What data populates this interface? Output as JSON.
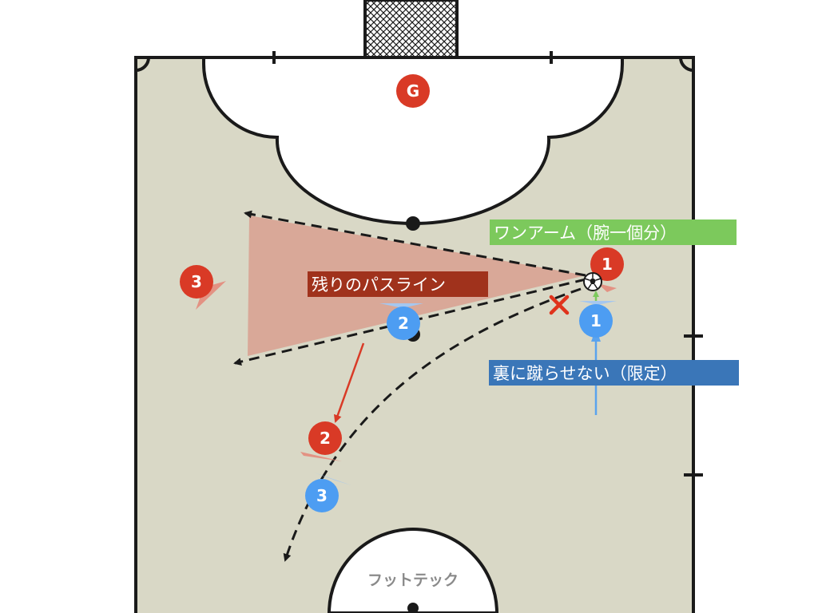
{
  "colors": {
    "court": "#d9d8c6",
    "line": "#1a1a1a",
    "area": "#ffffff",
    "red_player": "#d93a26",
    "blue_player": "#4d9df2",
    "pass_zone": "#d9a898",
    "label_green": "#7cc95c",
    "label_darkred": "#a0321c",
    "label_blue": "#3a76b8",
    "run_arrow_red": "#d93a26",
    "run_arrow_blue": "#5aa3ee",
    "cross": "#e0331c"
  },
  "players": {
    "red": [
      {
        "label": "G"
      },
      {
        "label": "1"
      },
      {
        "label": "2"
      },
      {
        "label": "3"
      }
    ],
    "blue": [
      {
        "label": "1"
      },
      {
        "label": "2"
      },
      {
        "label": "3"
      }
    ]
  },
  "labels": {
    "one_arm": "ワンアーム（腕一個分）",
    "remaining_pass_line": "残りのパスライン",
    "no_kick_behind": "裏に蹴らせない（限定）"
  },
  "marks": {
    "cross": "×",
    "ball": "soccer-ball-icon"
  },
  "brand": "フットテック"
}
